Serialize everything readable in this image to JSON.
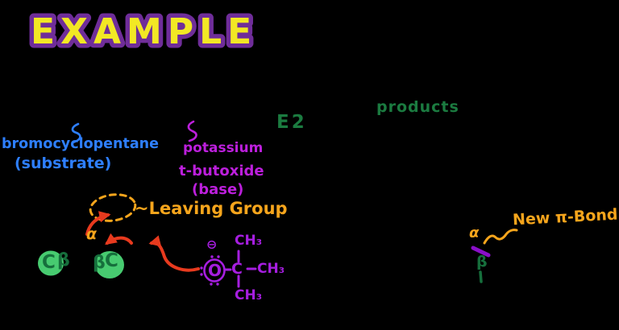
{
  "title": "EXAMPLE",
  "reaction": {
    "type": "E2",
    "products_label": "products",
    "leaving_group_label": "~Leaving Group",
    "new_pi_bond_label": "New π-Bond"
  },
  "substrate": {
    "name": "bromocyclopentane",
    "role": "(substrate)"
  },
  "base": {
    "name_line1": "potassium",
    "name_line2": "t-butoxide",
    "role": "(base)"
  },
  "atoms": {
    "alpha": "α",
    "beta": "β",
    "carbon": "C",
    "methyl": "CH₃",
    "oxygen": "O",
    "negative_charge": "⊖"
  },
  "colors": {
    "background": "#000000",
    "title_fill": "#f2e824",
    "title_outline": "#6f2d99",
    "substrate_blue": "#2e7fff",
    "base_magenta": "#bc1fdc",
    "green_text": "#1b7b40",
    "dark_green": "#166f3c",
    "orange": "#f6a51c",
    "red_arrow": "#e83a1e",
    "circle_green": "#47cb70",
    "structure_purple": "#a61ee0",
    "pi_bond_purple": "#8a0fc8"
  }
}
